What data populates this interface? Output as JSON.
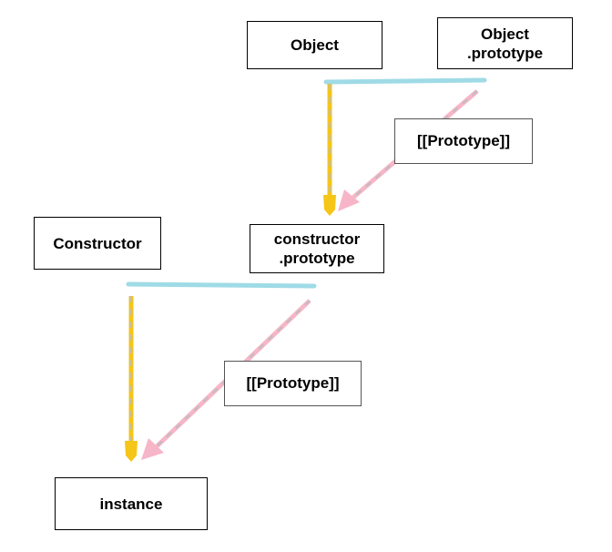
{
  "nodes": {
    "object": [
      "Object"
    ],
    "object_prototype": [
      "Object",
      ".prototype"
    ],
    "constructor": [
      "Constructor"
    ],
    "constructor_prototype": [
      "constructor",
      ".prototype"
    ],
    "instance": [
      "instance"
    ]
  },
  "edge_labels": {
    "upper": "[[Prototype]]",
    "lower": "[[Prototype]]"
  },
  "colors": {
    "link_line": "#9fdbe6",
    "yellow_arrow": "#f5c518",
    "pink_arrow": "#f7b6c8",
    "dash_gray": "#bdbdbd"
  }
}
